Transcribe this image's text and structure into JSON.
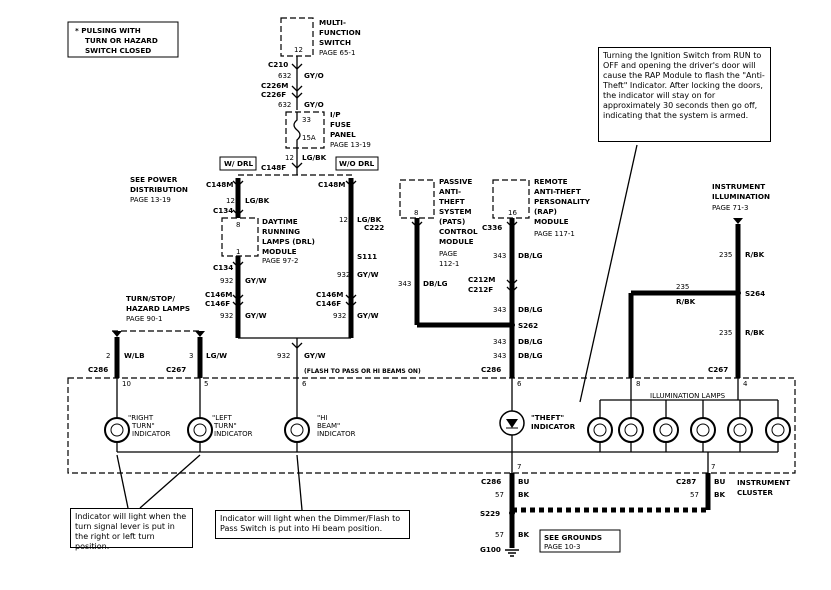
{
  "top_note": {
    "lines": [
      "* PULSING WITH",
      "TURN OR HAZARD",
      "SWITCH CLOSED"
    ]
  },
  "multifunction": {
    "lines": [
      "MULTI-",
      "FUNCTION",
      "SWITCH"
    ],
    "page": "PAGE 65-1",
    "pin": "12"
  },
  "fuse_panel": {
    "lines": [
      "I/P",
      "FUSE",
      "PANEL"
    ],
    "page": "PAGE 13-19",
    "fuse_num": "33",
    "amps": "15A"
  },
  "connectors": {
    "c210": "C210",
    "c226m": "C226M",
    "c226f": "C226F",
    "c148f": "C148F",
    "c148m_l": "C148M",
    "c134_top": "C134",
    "c134_bot": "C134",
    "c146m_l": "C146M",
    "c146f_l": "C146F",
    "c148m_r": "C148M",
    "s111": "S111",
    "c146m_r": "C146M",
    "c146f_r": "C146F",
    "c222": "C222",
    "c336": "C336",
    "c212m": "C212M",
    "c212f": "C212F",
    "s262": "S262",
    "s264": "S264",
    "c286_l": "C286",
    "c267_l": "C267",
    "c286_m": "C286",
    "c267_r": "C267",
    "c286_b": "C286",
    "c287_b": "C287",
    "s229": "S229",
    "g100": "G100"
  },
  "wires": {
    "w632a": "632",
    "w632a_c": "GY/O",
    "w632b": "632",
    "w632b_c": "GY/O",
    "w12a": "12",
    "w12a_c": "LG/BK",
    "w12b": "12",
    "w12b_c": "LG/BK",
    "w12c": "12",
    "w12c_c": "LG/BK",
    "w932_1": "932",
    "w932_1c": "GY/W",
    "w932_2": "932",
    "w932_2c": "GY/W",
    "w932_3": "932",
    "w932_3c": "GY/W",
    "w932_4": "932",
    "w932_4c": "GY/W",
    "w932_5": "932",
    "w932_5c": "GY/W",
    "w343a": "343",
    "w343a_c": "DB/LG",
    "w343b": "343",
    "w343b_c": "DB/LG",
    "w343c": "343",
    "w343c_c": "DB/LG",
    "w343d": "343",
    "w343d_c": "DB/LG",
    "w343e": "343",
    "w343e_c": "DB/LG",
    "w235a": "235",
    "w235a_c": "R/BK",
    "w235b": "235",
    "w235b_c": "R/BK",
    "w235c": "235",
    "w235c_c": "R/BK",
    "w2": "2",
    "w2_c": "W/LB",
    "w3": "3",
    "w3_c": "LG/W",
    "w932_bottom": "932",
    "w932_bottom_c": "GY/W",
    "w932_note": "(FLASH TO PASS OR HI BEAMS ON)",
    "w57a": "57",
    "w57a_c": "BK",
    "w57b": "57",
    "w57b_c": "BK",
    "w57c": "57",
    "w57c_c": "BK",
    "bu_l": "BU",
    "bu_r": "BU"
  },
  "drl_labels": {
    "with_drl": "W/ DRL",
    "wo_drl": "W/O DRL"
  },
  "power_dist": {
    "lines": [
      "SEE POWER",
      "DISTRIBUTION"
    ],
    "page": "PAGE 13-19"
  },
  "drl_module": {
    "lines": [
      "DAYTIME",
      "RUNNING",
      "LAMPS (DRL)",
      "MODULE"
    ],
    "page": "PAGE 97-2",
    "pin_top": "8",
    "pin_bot": "1"
  },
  "pats": {
    "lines": [
      "PASSIVE",
      "ANTI-",
      "THEFT",
      "SYSTEM",
      "(PATS)",
      "CONTROL",
      "MODULE"
    ],
    "page": [
      "PAGE",
      "112-1"
    ],
    "pin": "8"
  },
  "rap": {
    "lines": [
      "REMOTE",
      "ANTI-THEFT",
      "PERSONALITY",
      "(RAP)",
      "MODULE"
    ],
    "page": "PAGE 117-1",
    "pin": "16"
  },
  "turn_stop": {
    "lines": [
      "TURN/STOP/",
      "HAZARD LAMPS"
    ],
    "page": "PAGE 90-1"
  },
  "illum": {
    "lines": [
      "INSTRUMENT",
      "ILLUMINATION"
    ],
    "page": "PAGE 71-3"
  },
  "cluster": {
    "pins": [
      "10",
      "5",
      "6",
      "6",
      "8",
      "4"
    ],
    "bottom_pin_l": "7",
    "bottom_pin_r": "7",
    "right_turn": [
      "\"RIGHT",
      "TURN\"",
      "INDICATOR"
    ],
    "left_turn": [
      "\"LEFT",
      "TURN\"",
      "INDICATOR"
    ],
    "hi_beam": [
      "\"HI",
      "BEAM\"",
      "INDICATOR"
    ],
    "theft": [
      "\"THEFT\"",
      "INDICATOR"
    ],
    "illum_lamps": "ILLUMINATION LAMPS",
    "label": [
      "INSTRUMENT",
      "CLUSTER"
    ]
  },
  "grounds": {
    "lines": [
      "SEE GROUNDS"
    ],
    "page": "PAGE 10-3"
  },
  "notes": {
    "theft_note": "Turning the Ignition Switch from RUN to OFF and opening the driver's door will cause the RAP Module to flash the \"Anti-Theft\" Indicator. After locking the doors, the indicator will stay on for approximately 30 seconds then go off, indicating that the system is armed.",
    "turn_note": "Indicator will light when the turn signal lever is put in the right or left turn position.",
    "beam_note": "Indicator will light when the Dimmer/Flash to Pass Switch is put into Hi beam position."
  }
}
